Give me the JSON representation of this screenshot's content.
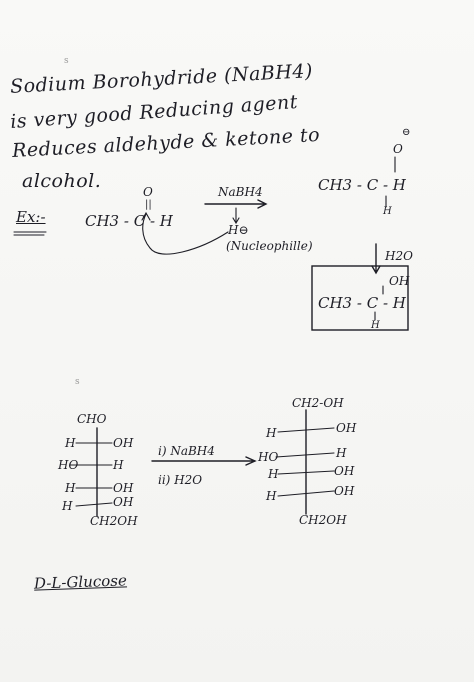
{
  "notes": {
    "line1": "Sodium Borohydride (NaBH4)",
    "line2": "is very good Reducing agent",
    "line3": "Reduces aldehyde & ketone to",
    "line4": "alcohol."
  },
  "example": {
    "label": "Ex:-",
    "reactant_carbonyl_o": "O",
    "reactant_double_bond": "||",
    "reactant_formula": "CH3 - C - H",
    "reagent": "NaBH4",
    "hydride": "H⊖",
    "nucleophile_label": "(Nucleophille)",
    "intermediate_charge": "⊖",
    "intermediate_o": "O",
    "intermediate_formula": "CH3 - C - H",
    "intermediate_h": "H",
    "water": "H2O",
    "product_oh": "OH",
    "product_formula": "CH3 - C - H",
    "product_h": "H"
  },
  "glucose": {
    "left_top": "CHO",
    "left_rows": [
      {
        "left": "H",
        "right": "OH"
      },
      {
        "left": "HO",
        "right": "H"
      },
      {
        "left": "H",
        "right": "OH"
      },
      {
        "left": "H",
        "right": "OH"
      }
    ],
    "left_bottom": "CH2OH",
    "reagent_1": "i) NaBH4",
    "reagent_2": "ii) H2O",
    "right_top": "CH2-OH",
    "right_rows": [
      {
        "left": "H",
        "right": "OH"
      },
      {
        "left": "HO",
        "right": "H"
      },
      {
        "left": "H",
        "right": "OH"
      },
      {
        "left": "H",
        "right": "OH"
      }
    ],
    "right_bottom": "CH2OH",
    "name": "D-L-Glucose"
  }
}
